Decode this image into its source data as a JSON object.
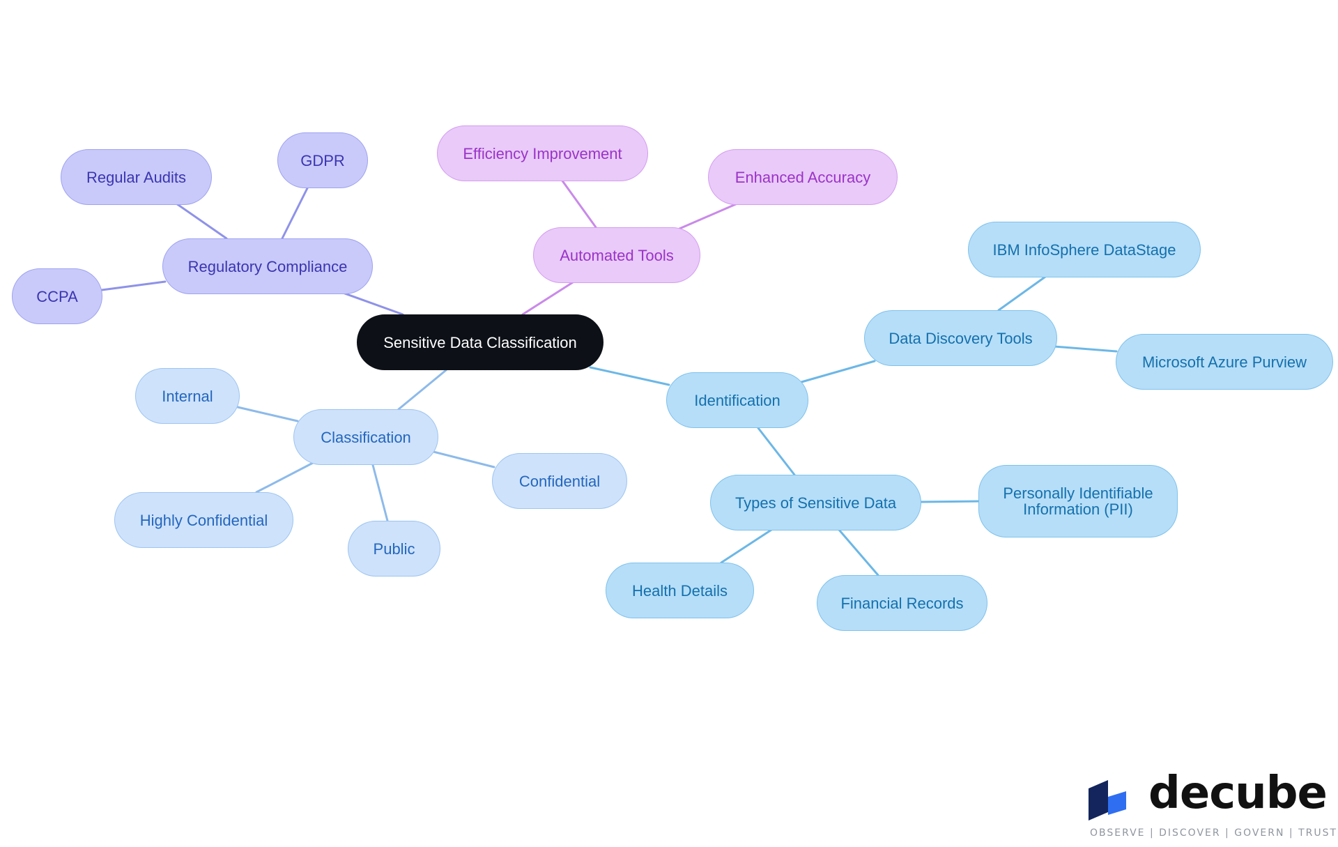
{
  "diagram": {
    "root": {
      "label": "Sensitive Data Classification"
    },
    "branches": {
      "regulatory": {
        "label": "Regulatory Compliance",
        "children": [
          "Regular Audits",
          "GDPR",
          "CCPA"
        ]
      },
      "automated": {
        "label": "Automated Tools",
        "children": [
          "Efficiency Improvement",
          "Enhanced Accuracy"
        ]
      },
      "classification": {
        "label": "Classification",
        "children": [
          "Internal",
          "Highly Confidential",
          "Public",
          "Confidential"
        ]
      },
      "identification": {
        "label": "Identification",
        "children": {
          "discovery": {
            "label": "Data Discovery Tools",
            "children": [
              "IBM InfoSphere DataStage",
              "Microsoft Azure Purview"
            ]
          },
          "types": {
            "label": "Types of Sensitive Data",
            "children": [
              "Personally Identifiable Information (PII)",
              "Health Details",
              "Financial Records"
            ]
          }
        }
      }
    }
  },
  "colors": {
    "root": "#0d1117",
    "regulatory": "#c9cafa",
    "automated": "#e9caf9",
    "classification": "#cee2fb",
    "identification": "#b6def8",
    "edge_regulatory": "#8e92e8",
    "edge_automated": "#c98ae9",
    "edge_classification": "#8dbaea",
    "edge_identification": "#6cb7e6"
  },
  "logo": {
    "wordmark": "decube",
    "tagline": "OBSERVE | DISCOVER | GOVERN | TRUST"
  }
}
